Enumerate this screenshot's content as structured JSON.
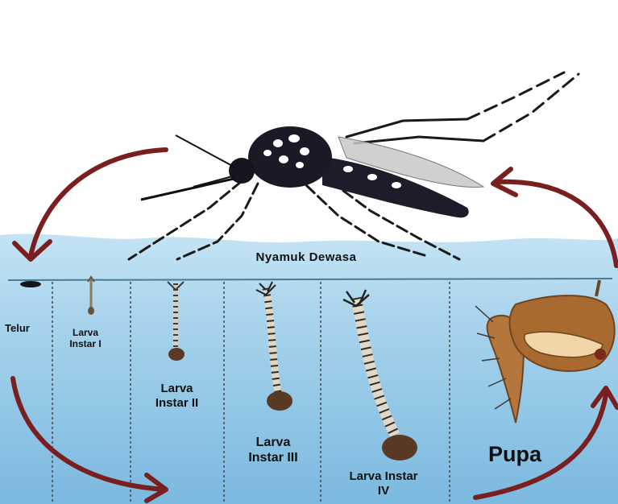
{
  "labels": {
    "adult": "Nyamuk Dewasa",
    "egg": "Telur",
    "larva1": "Larva\nInstar I",
    "larva2": "Larva\nInstar II",
    "larva3": "Larva\nInstar III",
    "larva4": "Larva Instar\nIV",
    "pupa": "Pupa"
  },
  "colors": {
    "water_top": "#bfe1f3",
    "water_bottom": "#77b8e0",
    "arrow": "#7a1f1f",
    "mosquito_body": "#1c1c2a",
    "pupa_body": "#b5763c"
  }
}
